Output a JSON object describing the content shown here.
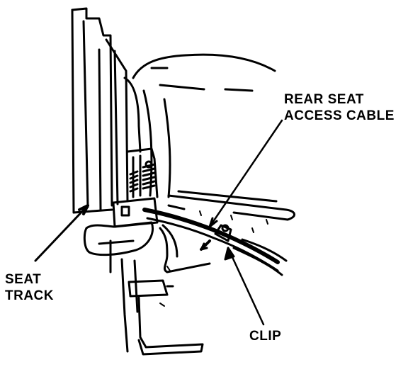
{
  "callouts": {
    "rear_seat_access_cable": [
      "REAR SEAT",
      "ACCESS CABLE"
    ],
    "seat_track": [
      "SEAT",
      "TRACK"
    ],
    "clip": [
      "CLIP"
    ]
  },
  "colors": {
    "ink": "#000000",
    "paper": "#ffffff"
  }
}
